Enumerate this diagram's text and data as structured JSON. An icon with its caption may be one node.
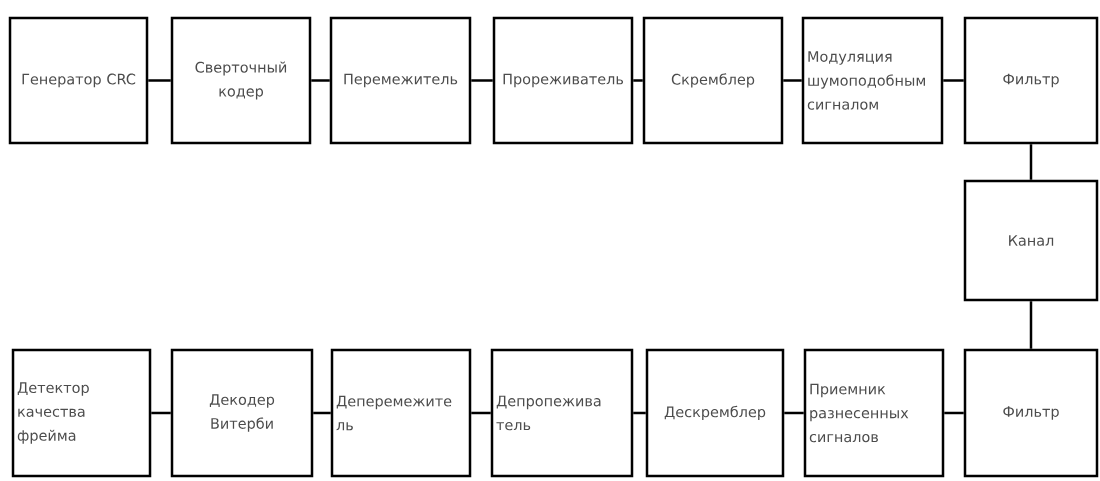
{
  "diagram": {
    "nodes": [
      {
        "text": [
          "Генератор CRC"
        ]
      },
      {
        "text": [
          "Сверточный кодер"
        ]
      },
      {
        "text": [
          "Перемежитель"
        ]
      },
      {
        "text": [
          "Прореживатель"
        ]
      },
      {
        "text": [
          "Скремблер"
        ]
      },
      {
        "text": [
          "Модуляция шумоподобным сигналом"
        ]
      },
      {
        "text": [
          "Фильтр"
        ]
      },
      {
        "text": [
          "Канал"
        ]
      },
      {
        "text": [
          "Детектор качества фрейма"
        ]
      },
      {
        "text": [
          "Декодер Витерби"
        ]
      },
      {
        "text": [
          "Деперемежите ль"
        ]
      },
      {
        "text": [
          "Депропежива тель"
        ]
      },
      {
        "text": [
          "Дескремблер"
        ]
      },
      {
        "text": [
          "Приемник разнесенных сигналов"
        ]
      },
      {
        "text": [
          "Фильтр"
        ]
      }
    ],
    "edges": [
      {
        "from": 0,
        "to": 1,
        "arrow": "none"
      },
      {
        "from": 1,
        "to": 2,
        "arrow": "none"
      },
      {
        "from": 2,
        "to": 3,
        "arrow": "none"
      },
      {
        "from": 3,
        "to": 4,
        "arrow": "none"
      },
      {
        "from": 4,
        "to": 5,
        "arrow": "none"
      },
      {
        "from": 5,
        "to": 6,
        "arrow": "none"
      },
      {
        "from": 6,
        "to": 7,
        "arrow": "none"
      },
      {
        "from": 7,
        "to": 14,
        "arrow": "none"
      },
      {
        "from": 14,
        "to": 13,
        "arrow": "none"
      },
      {
        "from": 13,
        "to": 12,
        "arrow": "none"
      },
      {
        "from": 12,
        "to": 11,
        "arrow": "none"
      },
      {
        "from": 11,
        "to": 10,
        "arrow": "none"
      },
      {
        "from": 10,
        "to": 9,
        "arrow": "none"
      },
      {
        "from": 9,
        "to": 8,
        "arrow": "none"
      }
    ]
  }
}
